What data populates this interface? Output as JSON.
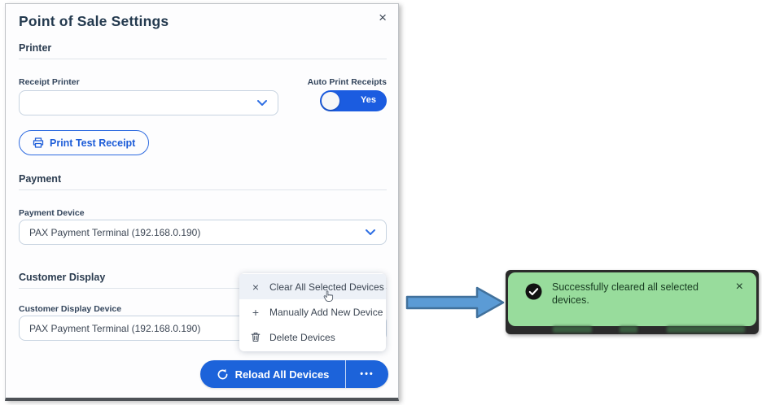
{
  "dialog": {
    "title": "Point of Sale Settings",
    "close_glyph": "×",
    "printer": {
      "heading": "Printer",
      "receipt_printer_label": "Receipt Printer",
      "receipt_printer_value": "",
      "auto_print_label": "Auto Print Receipts",
      "auto_print_state": "Yes",
      "print_test_button": "Print Test Receipt"
    },
    "payment": {
      "heading": "Payment",
      "device_label": "Payment Device",
      "device_value": "PAX Payment Terminal (192.168.0.190)"
    },
    "customer_display": {
      "heading": "Customer Display",
      "device_label": "Customer Display Device",
      "device_value": "PAX Payment Terminal (192.168.0.190)"
    },
    "footer": {
      "reload_button": "Reload All Devices",
      "more_button": "•••"
    }
  },
  "menu": {
    "items": [
      {
        "icon": "clear-x-icon",
        "glyph": "×",
        "label": "Clear All Selected Devices"
      },
      {
        "icon": "plus-icon",
        "glyph": "+",
        "label": "Manually Add New Device"
      },
      {
        "icon": "trash-icon",
        "glyph": "",
        "label": "Delete Devices"
      }
    ]
  },
  "toast": {
    "message": "Successfully cleared all selected devices.",
    "close_glyph": "×"
  },
  "colors": {
    "primary_blue": "#1c63da",
    "toggle_blue": "#1b5ce0",
    "toast_green": "#98dc9c",
    "toast_text": "#173a20",
    "arrow_fill": "#5b9bd5",
    "arrow_stroke": "#41719c",
    "heading_navy": "#243a4f"
  }
}
